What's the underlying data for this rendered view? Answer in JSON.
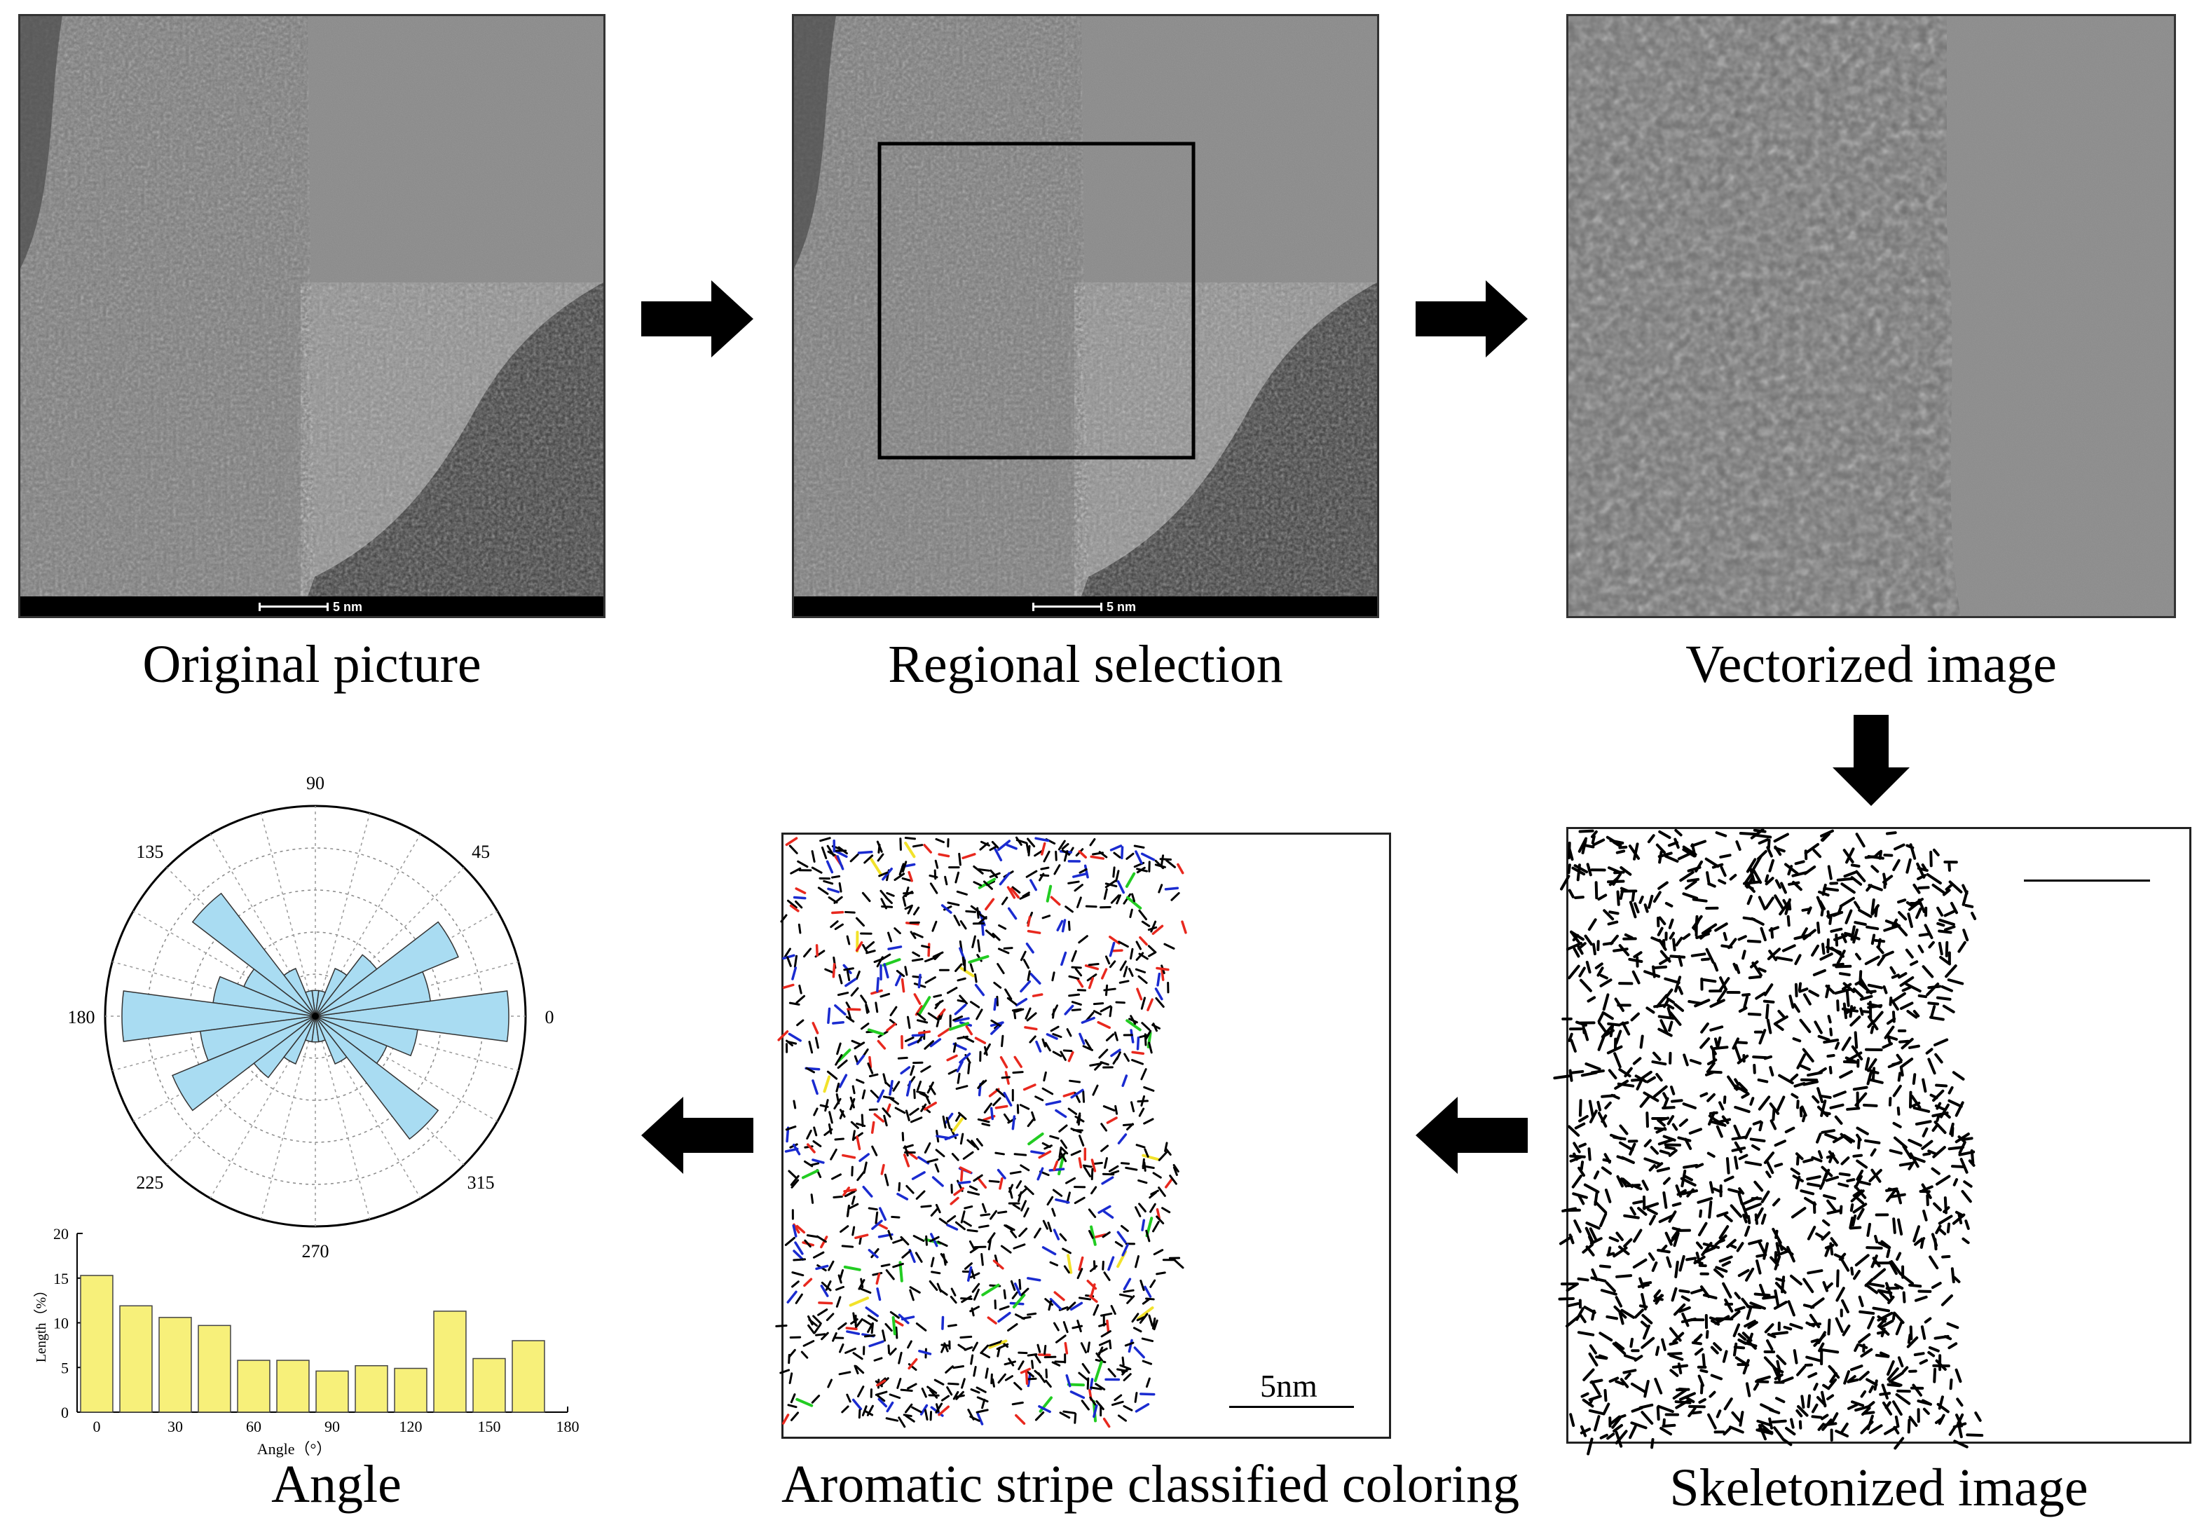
{
  "panels": {
    "original": {
      "caption": "Original picture",
      "scale_label": "5 nm"
    },
    "regional": {
      "caption": "Regional selection",
      "scale_label": "5 nm"
    },
    "vectorized": {
      "caption": "Vectorized image"
    },
    "skeleton": {
      "caption": "Skeletonized image"
    },
    "aromatic": {
      "caption": "Aromatic stripe classified coloring",
      "scale_label": "5nm"
    },
    "angle": {
      "caption": "Angle"
    }
  },
  "colors": {
    "stripe_black": "#000000",
    "stripe_red": "#e8281e",
    "stripe_blue": "#1a2bd0",
    "stripe_green": "#22cc22",
    "stripe_yellow": "#f2e22a",
    "rose_fill": "#a9dcf2",
    "bar_fill": "#f7f07a"
  },
  "chart_data": [
    {
      "type": "polar-bar",
      "angle_labels": [
        "0",
        "45",
        "90",
        "135",
        "180",
        "225",
        "270",
        "315"
      ],
      "angles_deg": [
        0,
        15,
        30,
        45,
        60,
        75,
        90,
        105,
        120,
        135,
        150,
        165,
        180,
        195,
        210,
        225,
        240,
        255,
        270,
        285,
        300,
        315,
        330,
        345
      ],
      "values": [
        15,
        9,
        12,
        6,
        4,
        2,
        2,
        2,
        4,
        12,
        6,
        8,
        15,
        9,
        12,
        6,
        4,
        2,
        2,
        2,
        4,
        12,
        6,
        8
      ]
    },
    {
      "type": "bar",
      "categories": [
        "0",
        "15",
        "30",
        "45",
        "60",
        "75",
        "90",
        "105",
        "120",
        "135",
        "150",
        "165"
      ],
      "values": [
        15.3,
        11.9,
        10.6,
        9.7,
        5.8,
        5.8,
        4.6,
        5.2,
        4.9,
        11.3,
        6.0,
        8.0
      ],
      "xlabel": "Angle（°）",
      "ylabel": "Length（%）",
      "x_ticks": [
        "0",
        "30",
        "60",
        "90",
        "120",
        "150",
        "180"
      ],
      "y_ticks": [
        "0",
        "5",
        "10",
        "15",
        "20"
      ],
      "ylim": [
        0,
        20
      ],
      "xlim": [
        -7.5,
        180
      ]
    }
  ]
}
